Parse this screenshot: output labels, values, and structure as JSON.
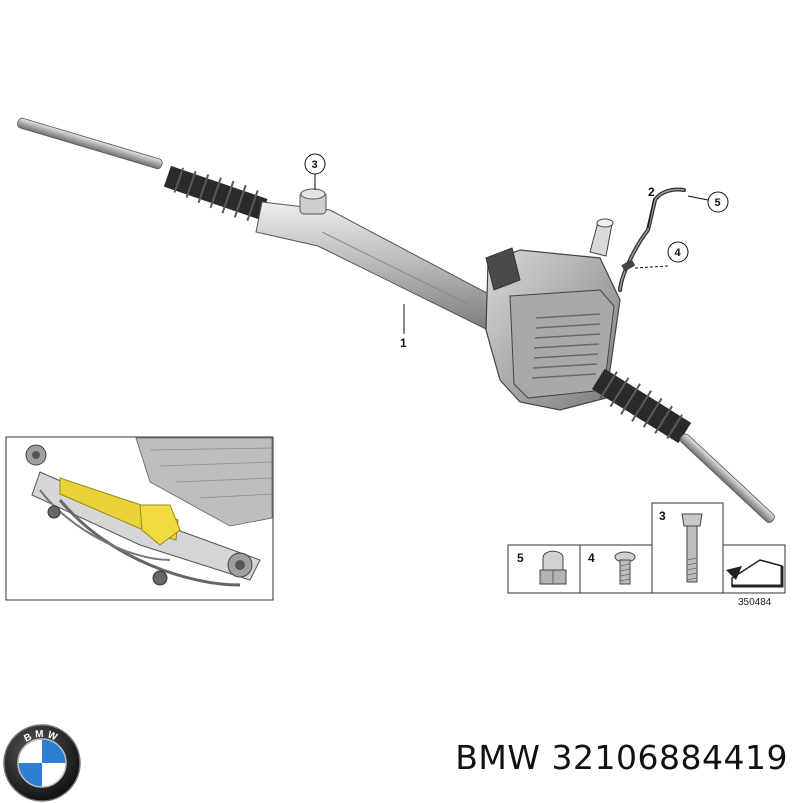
{
  "diagram": {
    "callouts": {
      "c1": "1",
      "c2": "2",
      "c3": "3",
      "c4": "4",
      "c5": "5"
    },
    "parts_legend": {
      "p5": "5",
      "p4": "4",
      "p3": "3",
      "figure_number": "350484"
    }
  },
  "footer": {
    "brand": "BMW",
    "part_number": "32106884419",
    "logo_letters": "BMW"
  },
  "colors": {
    "rack_body": "#c8c8c8",
    "boot": "#262626",
    "highlight": "#e8d43a",
    "logo_blue": "#2f7fd1"
  }
}
